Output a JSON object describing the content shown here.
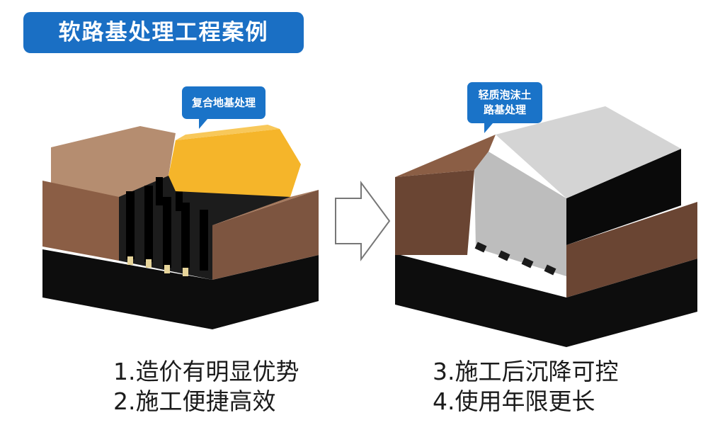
{
  "title": "软路基处理工程案例",
  "left_case": {
    "callout": "复合地基处理",
    "bullets": [
      "1.造价有明显优势",
      "2.施工便捷高效"
    ]
  },
  "right_case": {
    "callout_line1": "轻质泡沫土",
    "callout_line2": "路基处理",
    "bullets": [
      "3.施工后沉降可控",
      "4.使用年限更长"
    ]
  },
  "colors": {
    "title_bg": "#1a6fc4",
    "soil": "#8b5e45",
    "embankment_yellow": "#f5b52a",
    "foam_gray": "#bdbdbd",
    "ground_black": "#0d0d0d"
  }
}
